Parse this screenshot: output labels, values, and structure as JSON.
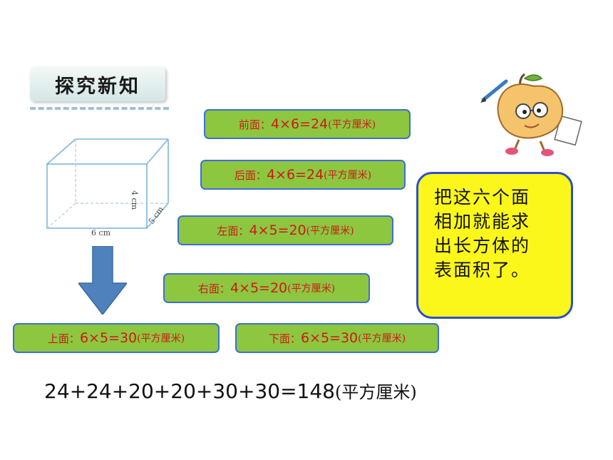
{
  "header": {
    "title": "探究新知"
  },
  "figure": {
    "height_label": "4 cm",
    "width_label": "6 cm",
    "depth_label": "5 cm"
  },
  "faces": [
    {
      "face": "前面：",
      "expr": "4×6=24",
      "unit": "(平方厘米)"
    },
    {
      "face": "后面：",
      "expr": "4×6=24",
      "unit": "(平方厘米)"
    },
    {
      "face": "左面：",
      "expr": "4×5=20",
      "unit": "(平方厘米)"
    },
    {
      "face": "右面：",
      "expr": "4×5=20",
      "unit": "(平方厘米)"
    },
    {
      "face": "上面：",
      "expr": "6×5=30",
      "unit": "(平方厘米)"
    },
    {
      "face": "下面：",
      "expr": "6×5=30",
      "unit": "(平方厘米)"
    }
  ],
  "speech": {
    "lines": [
      "把这六个面",
      "相加就能求",
      "出长方体的",
      "表面积了。"
    ]
  },
  "total": {
    "expr": "24+24+20+20+30+30=148",
    "unit": "(平方厘米)"
  }
}
